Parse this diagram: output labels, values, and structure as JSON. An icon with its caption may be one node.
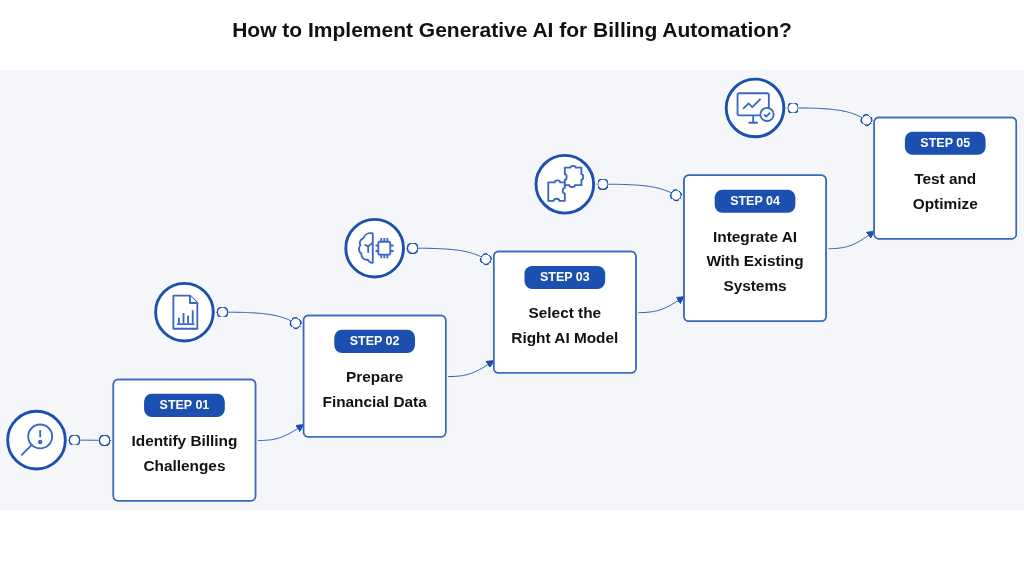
{
  "diagram": {
    "title": "How to Implement Generative AI for Billing Automation?",
    "nodes": [
      {
        "text": [],
        "shape": "circle"
      },
      {
        "text": [],
        "shape": "circle"
      },
      {
        "text": [],
        "shape": "circle"
      },
      {
        "text": [],
        "shape": "circle"
      },
      {
        "text": [],
        "shape": "circle"
      },
      {
        "text": [
          "STEP 01",
          "Identify Billing Challenges"
        ]
      },
      {
        "text": [
          "STEP 02",
          "Prepare Financial Data"
        ]
      },
      {
        "text": [
          "STEP 03",
          "Select the Right AI Model"
        ]
      },
      {
        "text": [
          "STEP 04",
          "Integrate AI With Existing Systems"
        ]
      },
      {
        "text": [
          "STEP 05",
          "Test and Optimize"
        ]
      }
    ],
    "edges": [
      {
        "from": 0,
        "to": 5,
        "arrow": "other"
      },
      {
        "from": 1,
        "to": 6,
        "arrow": "other"
      },
      {
        "from": 2,
        "to": 7,
        "arrow": "other"
      },
      {
        "from": 3,
        "to": 8,
        "arrow": "other"
      },
      {
        "from": 4,
        "to": 9,
        "arrow": "other"
      },
      {
        "from": 5,
        "to": 6,
        "arrow": "to"
      },
      {
        "from": 6,
        "to": 7,
        "arrow": "to"
      },
      {
        "from": 7,
        "to": 8,
        "arrow": "to"
      },
      {
        "from": 8,
        "to": 9,
        "arrow": "to"
      }
    ]
  }
}
